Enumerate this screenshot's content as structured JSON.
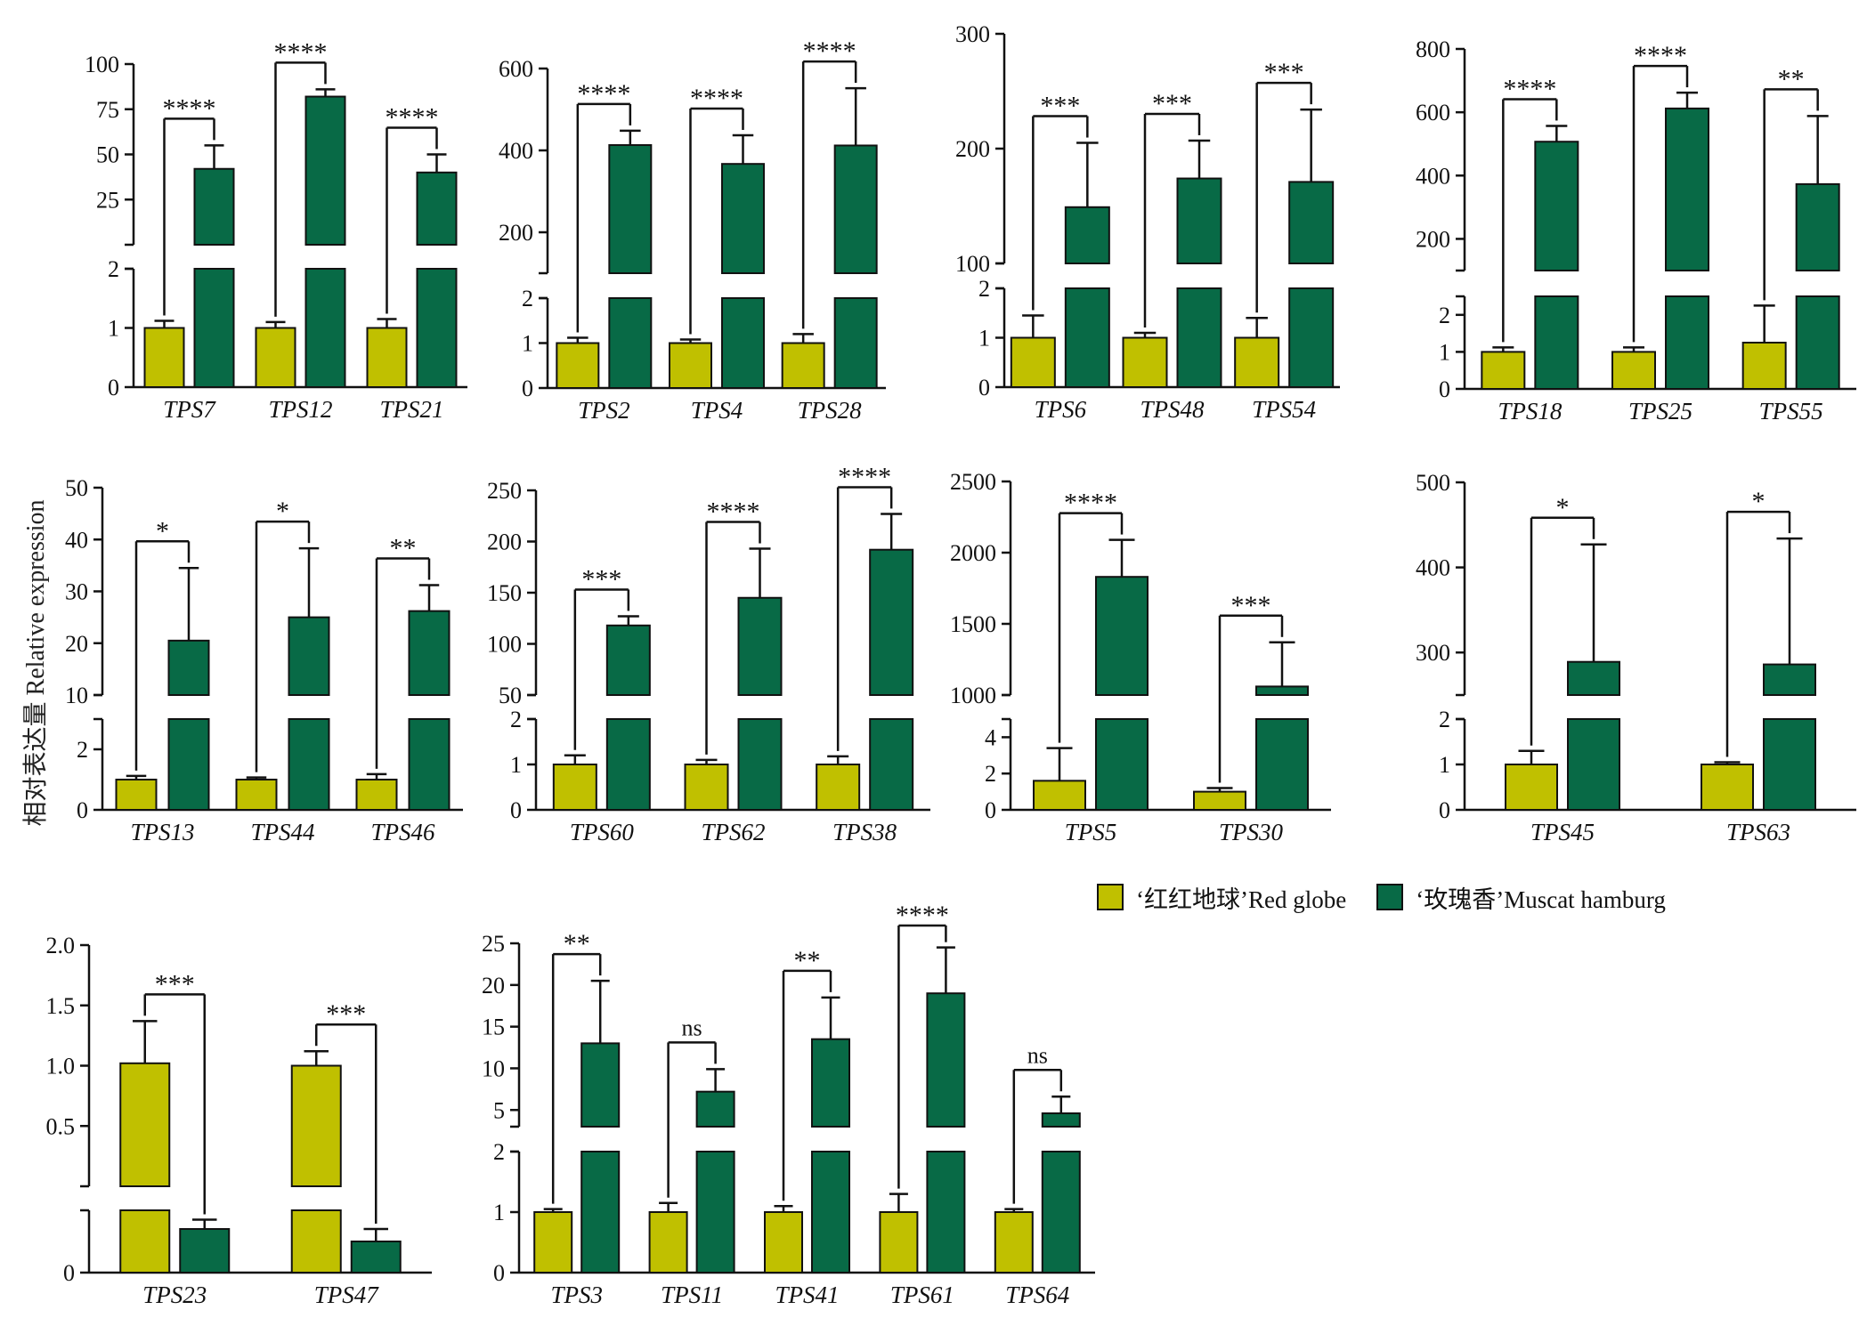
{
  "y_axis_label": "相对表达量 Relative expression",
  "legend": [
    {
      "name": "‘红红地球’Red globe",
      "color": "#c0c000"
    },
    {
      "name": "‘玫瑰香’Muscat hamburg",
      "color": "#086a46"
    }
  ],
  "colors": {
    "red_globe": "#c0c000",
    "muscat": "#086a46",
    "axis": "#111111"
  },
  "chart_data": [
    {
      "type": "bar",
      "categories": [
        "TPS7",
        "TPS12",
        "TPS21"
      ],
      "series": [
        {
          "name": "‘红红地球’Red globe",
          "values": [
            1.0,
            1.0,
            1.0
          ],
          "errors": [
            0.12,
            0.1,
            0.15
          ]
        },
        {
          "name": "‘玫瑰香’Muscat hamburg",
          "values": [
            42,
            82,
            40
          ],
          "errors": [
            13,
            4,
            10
          ]
        }
      ],
      "significance": [
        "****",
        "****",
        "****"
      ],
      "y_break": {
        "lower": [
          0,
          2
        ],
        "upper": [
          0,
          100
        ]
      },
      "lower_ticks": [
        "0",
        "1",
        "2"
      ],
      "upper_ticks": [
        "25",
        "50",
        "75",
        "100"
      ]
    },
    {
      "type": "bar",
      "categories": [
        "TPS2",
        "TPS4",
        "TPS28"
      ],
      "series": [
        {
          "name": "‘红红地球’Red globe",
          "values": [
            1.0,
            1.0,
            1.0
          ],
          "errors": [
            0.12,
            0.08,
            0.2
          ]
        },
        {
          "name": "‘玫瑰香’Muscat hamburg",
          "values": [
            413,
            367,
            412
          ],
          "errors": [
            35,
            70,
            140
          ]
        }
      ],
      "significance": [
        "****",
        "****",
        "****"
      ],
      "y_break": {
        "lower": [
          0,
          2
        ],
        "upper": [
          100,
          600
        ]
      },
      "lower_ticks": [
        "0",
        "1",
        "2"
      ],
      "upper_ticks": [
        "200",
        "400",
        "600"
      ]
    },
    {
      "type": "bar",
      "categories": [
        "TPS6",
        "TPS48",
        "TPS54"
      ],
      "series": [
        {
          "name": "‘红红地球’Red globe",
          "values": [
            1.0,
            1.0,
            1.0
          ],
          "errors": [
            0.45,
            0.1,
            0.4
          ]
        },
        {
          "name": "‘玫瑰香’Muscat hamburg",
          "values": [
            149,
            174,
            171
          ],
          "errors": [
            56,
            33,
            63
          ]
        }
      ],
      "significance": [
        "***",
        "***",
        "***"
      ],
      "y_break": {
        "lower": [
          0,
          2
        ],
        "upper": [
          100,
          300
        ]
      },
      "lower_ticks": [
        "0",
        "1",
        "2"
      ],
      "upper_ticks": [
        "100",
        "200",
        "300"
      ]
    },
    {
      "type": "bar",
      "categories": [
        "TPS18",
        "TPS25",
        "TPS55"
      ],
      "series": [
        {
          "name": "‘红红地球’Red globe",
          "values": [
            1.0,
            1.0,
            1.25
          ],
          "errors": [
            0.12,
            0.12,
            1.0
          ]
        },
        {
          "name": "‘玫瑰香’Muscat hamburg",
          "values": [
            507,
            612,
            373
          ],
          "errors": [
            50,
            50,
            215
          ]
        }
      ],
      "significance": [
        "****",
        "****",
        "**"
      ],
      "y_break": {
        "lower": [
          0,
          2.5
        ],
        "upper": [
          100,
          800
        ]
      },
      "lower_ticks": [
        "0",
        "1",
        "2"
      ],
      "upper_ticks": [
        "200",
        "400",
        "600",
        "800"
      ]
    },
    {
      "type": "bar",
      "categories": [
        "TPS13",
        "TPS44",
        "TPS46"
      ],
      "series": [
        {
          "name": "‘红红地球’Red globe",
          "values": [
            1.0,
            1.0,
            1.0
          ],
          "errors": [
            0.12,
            0.07,
            0.18
          ]
        },
        {
          "name": "‘玫瑰香’Muscat hamburg",
          "values": [
            20.5,
            25,
            26.2
          ],
          "errors": [
            14,
            13.3,
            5
          ]
        }
      ],
      "significance": [
        "*",
        "*",
        "**"
      ],
      "y_break": {
        "lower": [
          0,
          3
        ],
        "upper": [
          10,
          50
        ]
      },
      "lower_ticks": [
        "0",
        "2"
      ],
      "upper_ticks": [
        "10",
        "20",
        "30",
        "40",
        "50"
      ]
    },
    {
      "type": "bar",
      "categories": [
        "TPS60",
        "TPS62",
        "TPS38"
      ],
      "series": [
        {
          "name": "‘红红地球’Red globe",
          "values": [
            1.0,
            1.0,
            1.0
          ],
          "errors": [
            0.2,
            0.1,
            0.18
          ]
        },
        {
          "name": "‘玫瑰香’Muscat hamburg",
          "values": [
            118,
            145,
            192
          ],
          "errors": [
            9,
            48,
            35
          ]
        }
      ],
      "significance": [
        "***",
        "****",
        "****"
      ],
      "y_break": {
        "lower": [
          0,
          2
        ],
        "upper": [
          50,
          250
        ]
      },
      "lower_ticks": [
        "0",
        "1",
        "2"
      ],
      "upper_ticks": [
        "50",
        "100",
        "150",
        "200",
        "250"
      ]
    },
    {
      "type": "bar",
      "categories": [
        "TPS5",
        "TPS30"
      ],
      "series": [
        {
          "name": "‘红红地球’Red globe",
          "values": [
            1.6,
            1.0
          ],
          "errors": [
            1.8,
            0.2
          ]
        },
        {
          "name": "‘玫瑰香’Muscat hamburg",
          "values": [
            1830,
            1060
          ],
          "errors": [
            260,
            310
          ]
        }
      ],
      "significance": [
        "****",
        "***"
      ],
      "y_break": {
        "lower": [
          0,
          5
        ],
        "upper": [
          1000,
          2500
        ]
      },
      "lower_ticks": [
        "0",
        "2",
        "4"
      ],
      "upper_ticks": [
        "1000",
        "1500",
        "2000",
        "2500"
      ]
    },
    {
      "type": "bar",
      "categories": [
        "TPS45",
        "TPS63"
      ],
      "series": [
        {
          "name": "‘红红地球’Red globe",
          "values": [
            1.0,
            1.0
          ],
          "errors": [
            0.3,
            0.05
          ]
        },
        {
          "name": "‘玫瑰香’Muscat hamburg",
          "values": [
            289,
            286
          ],
          "errors": [
            138,
            148
          ]
        }
      ],
      "significance": [
        "*",
        "*"
      ],
      "y_break": {
        "lower": [
          0,
          2
        ],
        "upper": [
          250,
          500
        ]
      },
      "lower_ticks": [
        "0",
        "1",
        "2"
      ],
      "upper_ticks": [
        "300",
        "400",
        "500"
      ]
    },
    {
      "type": "bar",
      "categories": [
        "TPS23",
        "TPS47"
      ],
      "series": [
        {
          "name": "‘红红地球’Red globe",
          "values": [
            1.02,
            1.0
          ],
          "errors": [
            0.35,
            0.12
          ]
        },
        {
          "name": "‘玫瑰香’Muscat hamburg",
          "values": [
            0.07,
            0.05
          ],
          "errors": [
            0.015,
            0.02
          ]
        }
      ],
      "significance": [
        "***",
        "***"
      ],
      "y_break": {
        "lower": [
          0,
          0.1
        ],
        "upper": [
          0.0,
          2.0
        ]
      },
      "lower_ticks": [
        "0"
      ],
      "upper_ticks": [
        "0.5",
        "1.0",
        "1.5",
        "2.0"
      ]
    },
    {
      "type": "bar",
      "categories": [
        "TPS3",
        "TPS11",
        "TPS41",
        "TPS61",
        "TPS64"
      ],
      "series": [
        {
          "name": "‘红红地球’Red globe",
          "values": [
            1.0,
            1.0,
            1.0,
            1.0,
            1.0
          ],
          "errors": [
            0.05,
            0.15,
            0.1,
            0.3,
            0.05
          ]
        },
        {
          "name": "‘玫瑰香’Muscat hamburg",
          "values": [
            13,
            7.2,
            13.5,
            19,
            4.6
          ],
          "errors": [
            7.5,
            2.7,
            5,
            5.5,
            2
          ]
        }
      ],
      "significance": [
        "**",
        "ns",
        "**",
        "****",
        "ns"
      ],
      "y_break": {
        "lower": [
          0,
          2
        ],
        "upper": [
          3,
          25
        ]
      },
      "lower_ticks": [
        "0",
        "1",
        "2"
      ],
      "upper_ticks": [
        "5",
        "10",
        "15",
        "20",
        "25"
      ]
    }
  ]
}
